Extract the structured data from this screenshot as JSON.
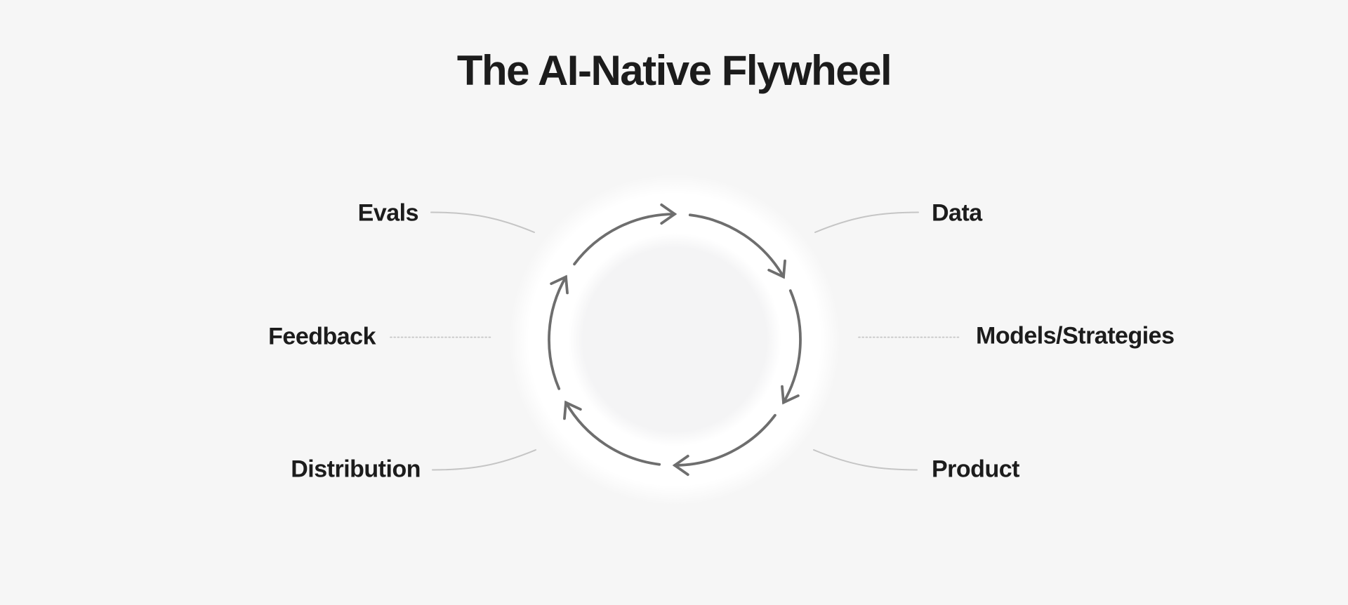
{
  "page": {
    "title": "The AI-Native Flywheel",
    "background_color": "#f6f6f6",
    "text_color": "#1c1c1c"
  },
  "flywheel": {
    "description": "Circular cycle of six clockwise arrows connecting six stages",
    "direction": "clockwise",
    "colors": {
      "arrow": "#6e6e6e",
      "connector": "#c5c5c5",
      "ring": "#ffffff",
      "hub": "#f4f4f5"
    },
    "nodes": [
      {
        "id": "evals",
        "label": "Evals",
        "side": "left",
        "row": "top"
      },
      {
        "id": "data",
        "label": "Data",
        "side": "right",
        "row": "top"
      },
      {
        "id": "feedback",
        "label": "Feedback",
        "side": "left",
        "row": "middle"
      },
      {
        "id": "models",
        "label": "Models/Strategies",
        "side": "right",
        "row": "middle"
      },
      {
        "id": "distribution",
        "label": "Distribution",
        "side": "left",
        "row": "bottom"
      },
      {
        "id": "product",
        "label": "Product",
        "side": "right",
        "row": "bottom"
      }
    ]
  }
}
